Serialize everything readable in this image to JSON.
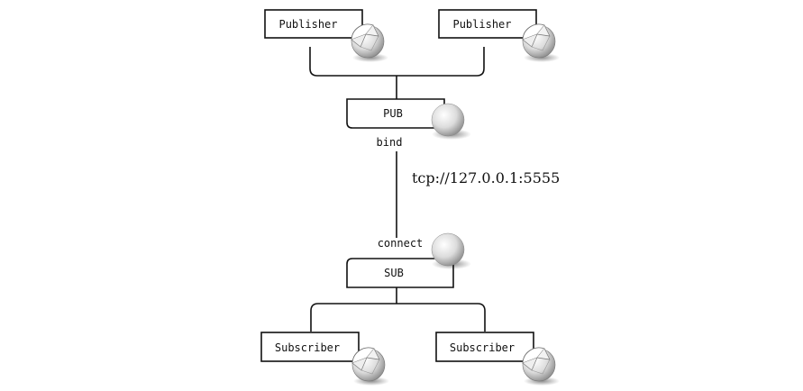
{
  "publishers": [
    {
      "label": "Publisher",
      "icon": "cut-sphere-icon"
    },
    {
      "label": "Publisher",
      "icon": "cut-sphere-icon"
    }
  ],
  "pub_socket": {
    "label": "PUB",
    "icon": "sphere-icon",
    "role": "bind"
  },
  "endpoint": "tcp://127.0.0.1:5555",
  "sub_socket": {
    "label": "SUB",
    "icon": "sphere-icon",
    "role": "connect"
  },
  "subscribers": [
    {
      "label": "Subscriber",
      "icon": "cut-sphere-icon"
    },
    {
      "label": "Subscriber",
      "icon": "cut-sphere-icon"
    }
  ],
  "colors": {
    "line": "#111111",
    "background": "#ffffff",
    "sphere": "#d8d8d8"
  }
}
